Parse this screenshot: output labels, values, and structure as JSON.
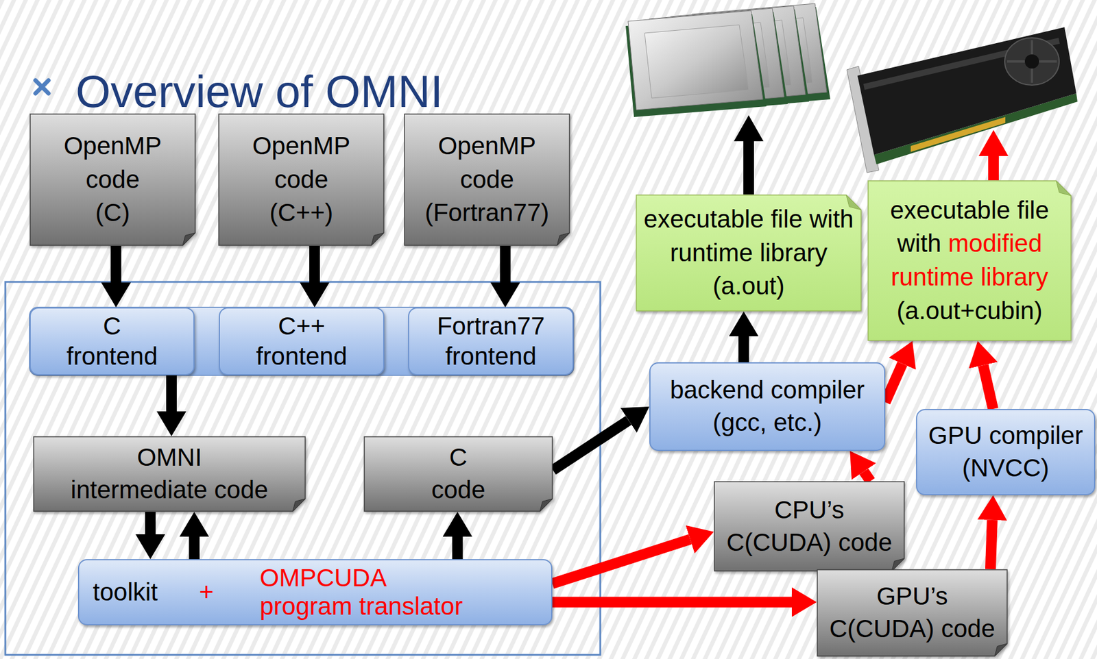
{
  "diagram": {
    "title": "Overview of OMNI",
    "nodes": [
      {
        "text": [
          "OpenMP code (C)"
        ]
      },
      {
        "text": [
          "OpenMP code (C++)"
        ]
      },
      {
        "text": [
          "OpenMP code (Fortran77)"
        ]
      },
      {
        "text": [
          "C frontend"
        ]
      },
      {
        "text": [
          "C++ frontend"
        ]
      },
      {
        "text": [
          "Fortran77 frontend"
        ]
      },
      {
        "text": [
          "OMNI intermediate code"
        ]
      },
      {
        "text": [
          "C code"
        ]
      },
      {
        "text": [
          "toolkit",
          "+",
          "OMPCUDA program translator"
        ]
      },
      {
        "text": [
          "CPU’s C(CUDA) code"
        ]
      },
      {
        "text": [
          "GPU’s C(CUDA) code"
        ]
      },
      {
        "text": [
          "backend compiler (gcc, etc.)"
        ]
      },
      {
        "text": [
          "GPU compiler (NVCC)"
        ]
      },
      {
        "text": [
          "executable file with runtime library (a.out)"
        ]
      },
      {
        "text": [
          "executable file with",
          "modified runtime library",
          "(a.out+cubin)"
        ]
      }
    ],
    "edges": [
      {
        "from": 0,
        "to": 3,
        "arrow": "to"
      },
      {
        "from": 1,
        "to": 4,
        "arrow": "to"
      },
      {
        "from": 2,
        "to": 5,
        "arrow": "to"
      },
      {
        "from": 3,
        "to": 6,
        "arrow": "to"
      },
      {
        "from": 6,
        "to": 8,
        "arrow": "to"
      },
      {
        "from": 8,
        "to": 6,
        "arrow": "to"
      },
      {
        "from": 8,
        "to": 7,
        "arrow": "to"
      },
      {
        "from": 7,
        "to": 11,
        "arrow": "to"
      },
      {
        "from": 8,
        "to": 9,
        "arrow": "to"
      },
      {
        "from": 8,
        "to": 10,
        "arrow": "to"
      },
      {
        "from": 9,
        "to": 11,
        "arrow": "to"
      },
      {
        "from": 10,
        "to": 12,
        "arrow": "to"
      },
      {
        "from": 11,
        "to": 13,
        "arrow": "to"
      },
      {
        "from": 11,
        "to": 14,
        "arrow": "to"
      },
      {
        "from": 12,
        "to": 14,
        "arrow": "to"
      }
    ]
  }
}
